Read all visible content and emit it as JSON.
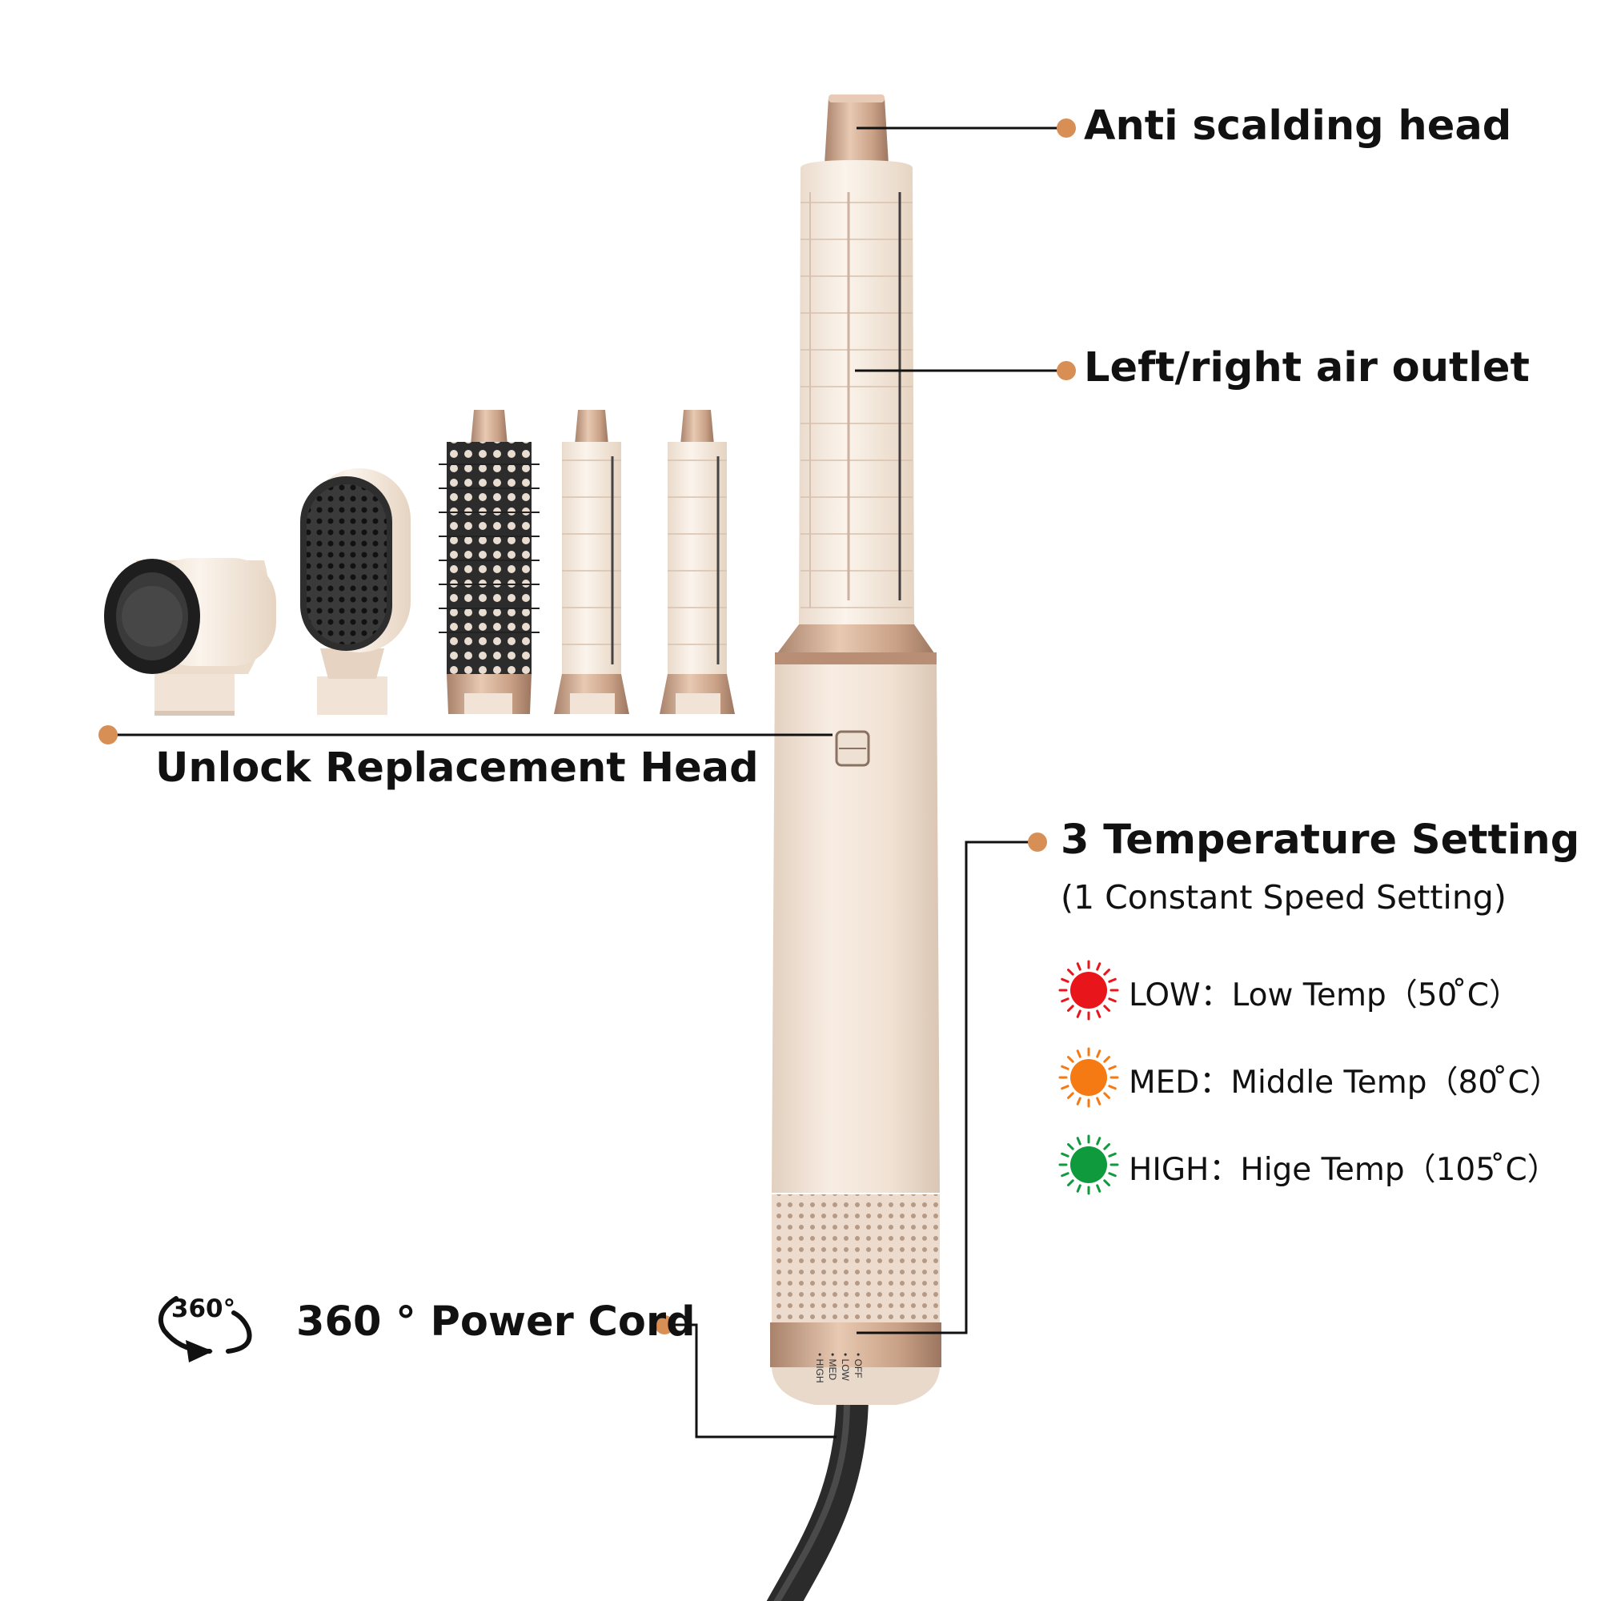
{
  "callouts": {
    "anti_scalding": "Anti scalding head",
    "air_outlet": "Left/right air outlet",
    "unlock_head": "Unlock Replacement Head",
    "temp_title": "3 Temperature Setting",
    "temp_sub": "(1 Constant Speed Setting)",
    "power_cord": "360 ° Power Cord",
    "rotate_badge": "360°"
  },
  "temperatures": [
    {
      "level": "LOW",
      "label": "LOW：Low Temp（50 ̊C）",
      "color": "#e8151b"
    },
    {
      "level": "MED",
      "label": "MED：Middle Temp（80  ̊C）",
      "color": "#f57a14"
    },
    {
      "level": "HIGH",
      "label": "HIGH：Hige Temp（105  ̊C）",
      "color": "#109a3e"
    }
  ],
  "switch_labels": [
    "OFF",
    "LOW",
    "MED",
    "HIGH"
  ],
  "colors": {
    "accent_dot": "#d88f55",
    "leader_line": "#111111",
    "body": "#f2e4d6",
    "rose_gold": "#c9a186",
    "dark": "#2c2c2c"
  }
}
